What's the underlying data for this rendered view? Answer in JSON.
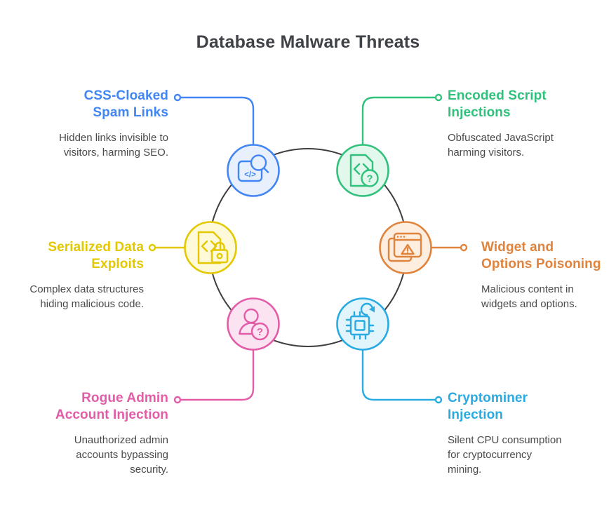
{
  "page": {
    "title": "Database Malware Threats",
    "title_color": "#3f4247",
    "background": "#ffffff"
  },
  "ring": {
    "color": "#3e3e3e"
  },
  "text_color": "#4a4a4a",
  "nodes": [
    {
      "id": "css-cloaked-spam-links",
      "title_lines": [
        "CSS-Cloaked",
        "Spam Links"
      ],
      "description_lines": [
        "Hidden links invisible to",
        "visitors, harming SEO."
      ],
      "color": "#4285f4",
      "fill": "#e8f0fe",
      "icon": "code-search-icon",
      "glyph": "</>"
    },
    {
      "id": "encoded-script-injections",
      "title_lines": [
        "Encoded Script",
        "Injections"
      ],
      "description_lines": [
        "Obfuscated JavaScript",
        "harming visitors."
      ],
      "color": "#30c17c",
      "fill": "#e3f8ec",
      "icon": "script-question-icon",
      "badge": "?"
    },
    {
      "id": "serialized-data-exploits",
      "title_lines": [
        "Serialized Data",
        "Exploits"
      ],
      "description_lines": [
        "Complex data structures",
        "hiding malicious code."
      ],
      "color": "#e3c800",
      "fill": "#fdf9d9",
      "icon": "document-lock-icon"
    },
    {
      "id": "widget-options-poisoning",
      "title_lines": [
        "Widget and",
        "Options Poisoning"
      ],
      "description_lines": [
        "Malicious content in",
        "widgets and options."
      ],
      "color": "#e0833c",
      "fill": "#fdeee0",
      "icon": "window-warning-icon"
    },
    {
      "id": "rogue-admin-account-injection",
      "title_lines": [
        "Rogue Admin",
        "Account Injection"
      ],
      "description_lines": [
        "Unauthorized admin",
        "accounts bypassing",
        "security."
      ],
      "color": "#e25ca7",
      "fill": "#fce3f2",
      "icon": "user-question-icon",
      "badge": "?"
    },
    {
      "id": "cryptominer-injection",
      "title_lines": [
        "Cryptominer",
        "Injection"
      ],
      "description_lines": [
        "Silent CPU consumption",
        "for cryptocurrency",
        "mining."
      ],
      "color": "#29abe2",
      "fill": "#e2f4fc",
      "icon": "cpu-refresh-icon"
    }
  ]
}
